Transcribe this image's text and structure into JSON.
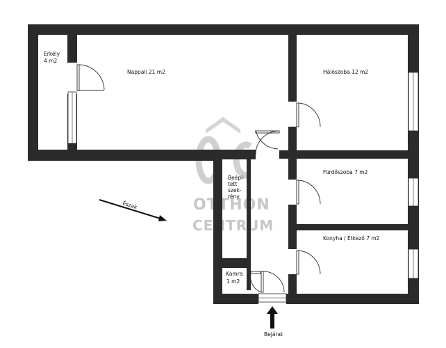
{
  "rooms": {
    "balcony": {
      "name": "Erkély",
      "area": "4 m2"
    },
    "living": "Nappali 21 m2",
    "bedroom": "Hálószoba 12 m2",
    "bathroom": "Fürdőszoba 7 m2",
    "kitchen": "Konyha / Étkező 7 m2",
    "pantry": {
      "name": "Kamra",
      "area": "1 m2"
    },
    "wardrobe": [
      "Beépí-",
      "tett",
      "szek-",
      "rény"
    ]
  },
  "north_label": "Észak",
  "entrance_label": "Bejárat",
  "watermark": {
    "line1": "OTTHON",
    "line2": "CENTRUM"
  },
  "colors": {
    "wall": "#2b2b2b",
    "watermark": "#c7c7c7",
    "background": "#ffffff"
  }
}
